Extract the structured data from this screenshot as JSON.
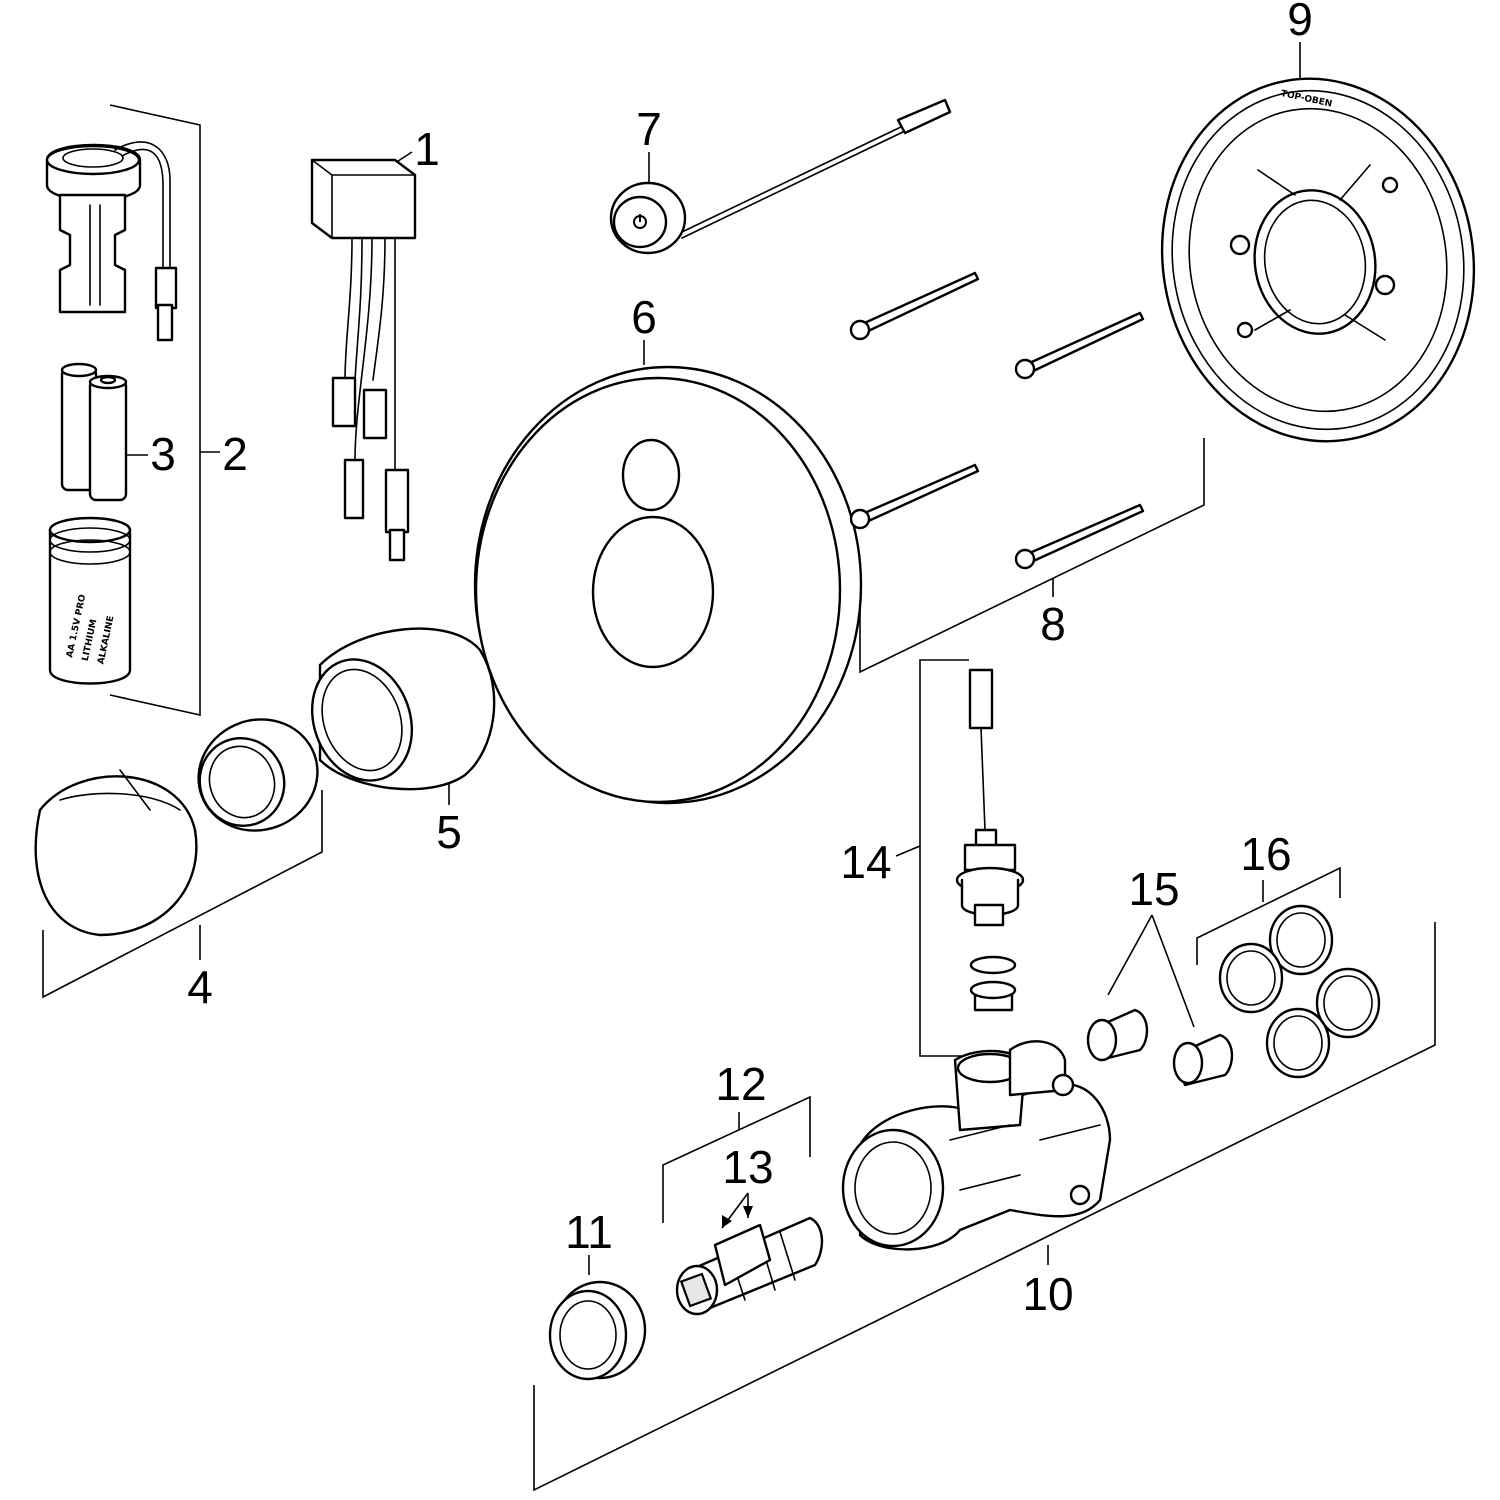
{
  "diagram": {
    "callouts": [
      "1",
      "2",
      "3",
      "4",
      "5",
      "6",
      "7",
      "8",
      "9",
      "10",
      "11",
      "12",
      "13",
      "14",
      "15",
      "16"
    ],
    "inscriptions": {
      "ring_top": "TOP-OBEN",
      "battery_lines": [
        "AA 1.5V PRO",
        "LITHIUM",
        "ALKALINE"
      ]
    },
    "colors": {
      "line": "#000000",
      "background": "#ffffff",
      "shade": "#e6e6e6"
    }
  }
}
